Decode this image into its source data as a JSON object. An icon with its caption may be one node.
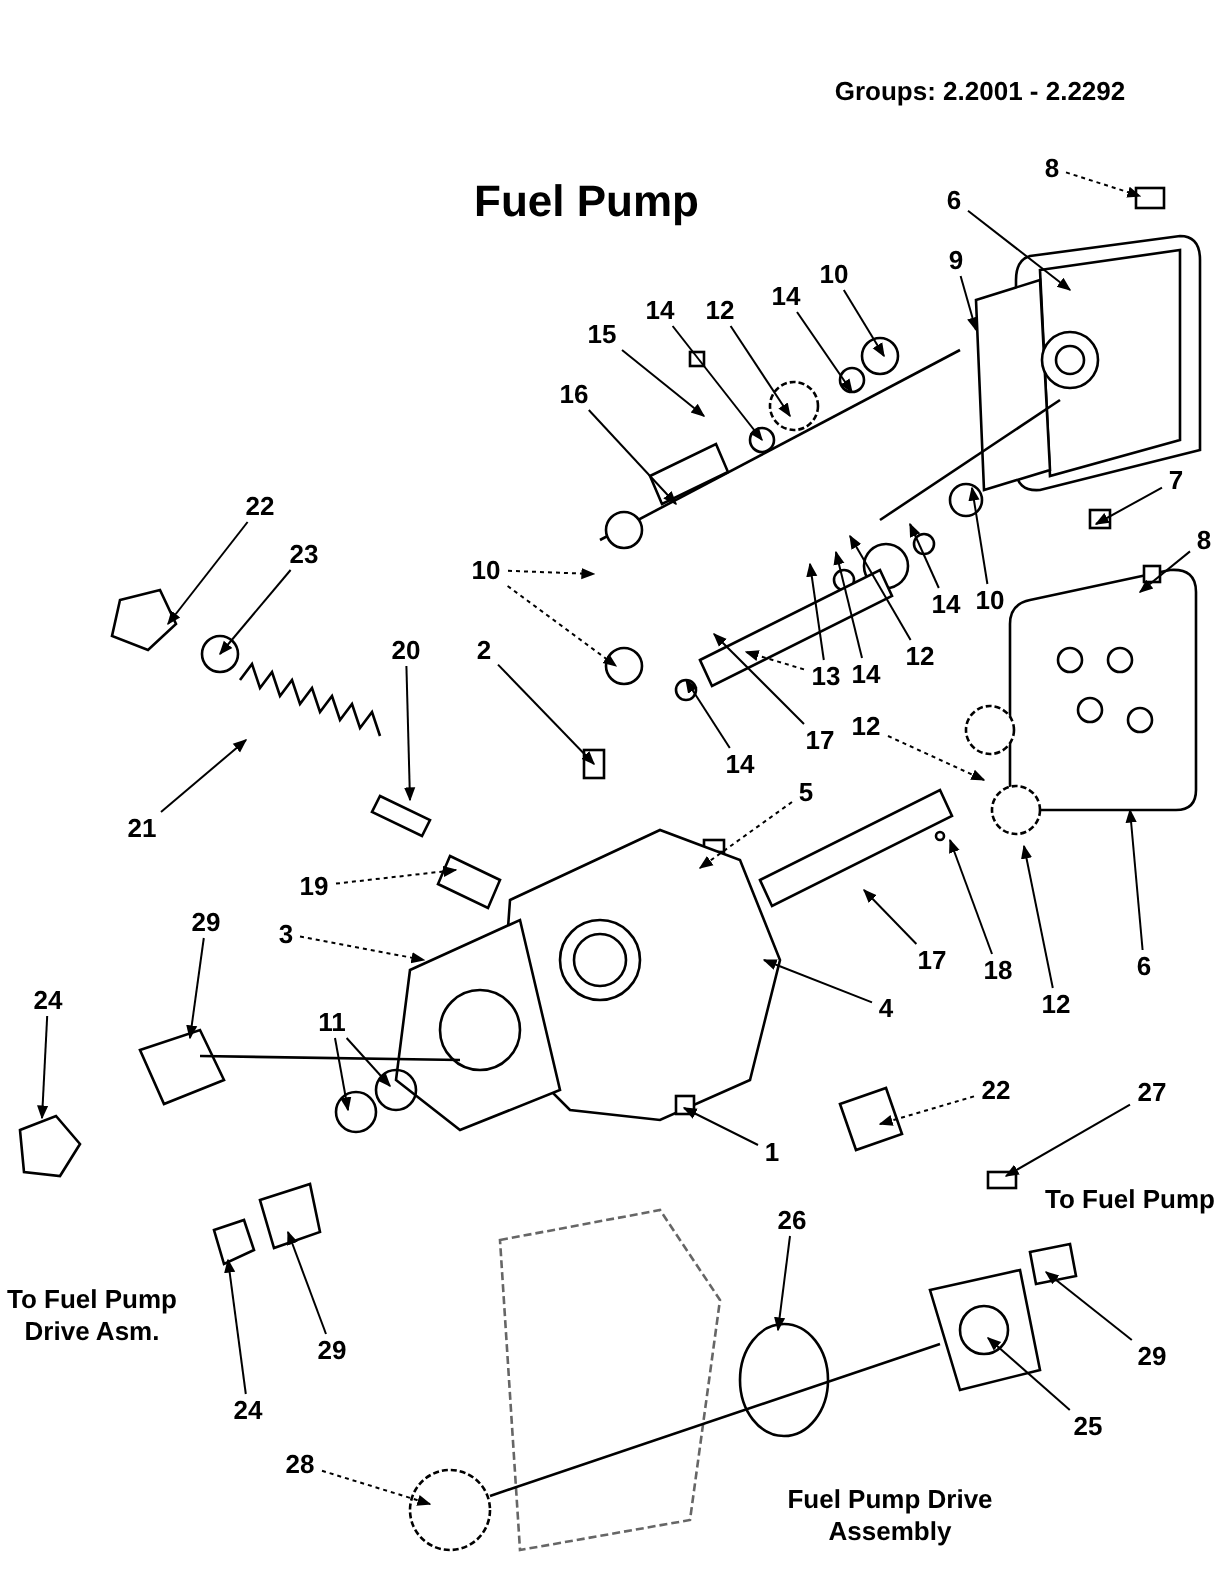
{
  "diagram": {
    "title": "Fuel Pump",
    "nodes": [
      {
        "text": [
          "8"
        ]
      },
      {
        "text": [
          "6"
        ]
      },
      {
        "text": [
          "9"
        ]
      },
      {
        "text": [
          "10"
        ]
      },
      {
        "text": [
          "14"
        ]
      },
      {
        "text": [
          "12"
        ]
      },
      {
        "text": [
          "14"
        ]
      },
      {
        "text": [
          "15"
        ]
      },
      {
        "text": [
          "16"
        ]
      },
      {
        "text": [
          "22"
        ]
      },
      {
        "text": [
          "7"
        ]
      },
      {
        "text": [
          "8"
        ]
      },
      {
        "text": [
          "23"
        ]
      },
      {
        "text": [
          "10"
        ]
      },
      {
        "text": [
          "10"
        ]
      },
      {
        "text": [
          "14"
        ]
      },
      {
        "text": [
          "12"
        ]
      },
      {
        "text": [
          "14"
        ]
      },
      {
        "text": [
          "13"
        ]
      },
      {
        "text": [
          "2"
        ]
      },
      {
        "text": [
          "20"
        ]
      },
      {
        "text": [
          "17"
        ]
      },
      {
        "text": [
          "12"
        ]
      },
      {
        "text": [
          "14"
        ]
      },
      {
        "text": [
          "5"
        ]
      },
      {
        "text": [
          "21"
        ]
      },
      {
        "text": [
          "19"
        ]
      },
      {
        "text": [
          "29"
        ]
      },
      {
        "text": [
          "3"
        ]
      },
      {
        "text": [
          "17"
        ]
      },
      {
        "text": [
          "18"
        ]
      },
      {
        "text": [
          "12"
        ]
      },
      {
        "text": [
          "6"
        ]
      },
      {
        "text": [
          "4"
        ]
      },
      {
        "text": [
          "24"
        ]
      },
      {
        "text": [
          "11"
        ]
      },
      {
        "text": [
          "22"
        ]
      },
      {
        "text": [
          "27"
        ]
      },
      {
        "text": [
          "1"
        ]
      },
      {
        "text": [
          "26"
        ]
      },
      {
        "text": [
          "29"
        ]
      },
      {
        "text": [
          "29"
        ]
      },
      {
        "text": [
          "24"
        ]
      },
      {
        "text": [
          "25"
        ]
      },
      {
        "text": [
          "28"
        ]
      }
    ],
    "edges": [
      {
        "from": 0,
        "to": null,
        "arrow": "to",
        "style": "dashed"
      },
      {
        "from": 1,
        "to": null,
        "arrow": "to"
      },
      {
        "from": 2,
        "to": null,
        "arrow": "to"
      },
      {
        "from": 3,
        "to": null,
        "arrow": "to"
      },
      {
        "from": 4,
        "to": null,
        "arrow": "to"
      },
      {
        "from": 5,
        "to": null,
        "arrow": "to"
      },
      {
        "from": 6,
        "to": null,
        "arrow": "to"
      },
      {
        "from": 7,
        "to": null,
        "arrow": "to"
      },
      {
        "from": 8,
        "to": null,
        "arrow": "to"
      },
      {
        "from": 9,
        "to": null,
        "arrow": "to"
      },
      {
        "from": 10,
        "to": null,
        "arrow": "to"
      },
      {
        "from": 11,
        "to": null,
        "arrow": "to"
      },
      {
        "from": 12,
        "to": null,
        "arrow": "to"
      },
      {
        "from": 13,
        "to": null,
        "arrow": "to",
        "style": "dashed"
      },
      {
        "from": 13,
        "to": null,
        "arrow": "to",
        "style": "dashed"
      },
      {
        "from": 14,
        "to": null,
        "arrow": "to"
      },
      {
        "from": 15,
        "to": null,
        "arrow": "to"
      },
      {
        "from": 16,
        "to": null,
        "arrow": "to"
      },
      {
        "from": 17,
        "to": null,
        "arrow": "to"
      },
      {
        "from": 18,
        "to": null,
        "arrow": "to"
      },
      {
        "from": 18,
        "to": null,
        "arrow": "to",
        "style": "dashed"
      },
      {
        "from": 19,
        "to": null,
        "arrow": "to"
      },
      {
        "from": 20,
        "to": null,
        "arrow": "to"
      },
      {
        "from": 21,
        "to": null,
        "arrow": "to"
      },
      {
        "from": 22,
        "to": null,
        "arrow": "to",
        "style": "dashed"
      },
      {
        "from": 23,
        "to": null,
        "arrow": "to"
      },
      {
        "from": 24,
        "to": null,
        "arrow": "to",
        "style": "dashed"
      },
      {
        "from": 25,
        "to": null,
        "arrow": "to"
      },
      {
        "from": 26,
        "to": null,
        "arrow": "to",
        "style": "dashed"
      },
      {
        "from": 27,
        "to": null,
        "arrow": "to"
      },
      {
        "from": 28,
        "to": null,
        "arrow": "to",
        "style": "dashed"
      },
      {
        "from": 29,
        "to": null,
        "arrow": "to"
      },
      {
        "from": 30,
        "to": null,
        "arrow": "to"
      },
      {
        "from": 31,
        "to": null,
        "arrow": "to"
      },
      {
        "from": 32,
        "to": null,
        "arrow": "to"
      },
      {
        "from": 33,
        "to": null,
        "arrow": "to"
      },
      {
        "from": 34,
        "to": null,
        "arrow": "to"
      },
      {
        "from": 35,
        "to": null,
        "arrow": "to"
      },
      {
        "from": 35,
        "to": null,
        "arrow": "to"
      },
      {
        "from": 36,
        "to": null,
        "arrow": "to",
        "style": "dashed"
      },
      {
        "from": 37,
        "to": null,
        "arrow": "to"
      },
      {
        "from": 38,
        "to": null,
        "arrow": "to"
      },
      {
        "from": 39,
        "to": null,
        "arrow": "to"
      },
      {
        "from": 40,
        "to": null,
        "arrow": "to"
      },
      {
        "from": 41,
        "to": null,
        "arrow": "to"
      },
      {
        "from": 42,
        "to": null,
        "arrow": "to"
      },
      {
        "from": 43,
        "to": null,
        "arrow": "to"
      },
      {
        "from": 44,
        "to": null,
        "arrow": "to",
        "style": "dashed"
      }
    ],
    "labels": [
      "Groups: 2.2001 - 2.2292",
      "To Fuel Pump",
      "To Fuel Pump Drive Asm.",
      "Fuel Pump Drive Assembly"
    ]
  }
}
